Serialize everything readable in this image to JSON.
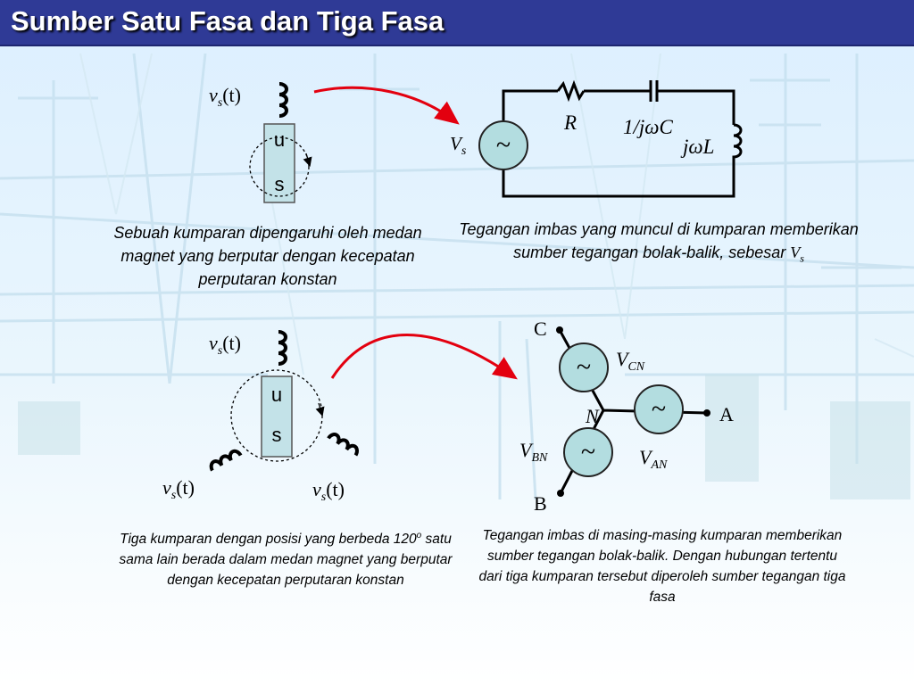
{
  "title": "Sumber Satu Fasa dan Tiga Fasa",
  "single_phase": {
    "coil_label": {
      "v": "v",
      "sub": "s",
      "arg": "(t)"
    },
    "rotor_top": "u",
    "rotor_bottom": "s",
    "caption": "Sebuah kumparan dipengaruhi oleh medan magnet yang berputar dengan kecepatan perputaran konstan"
  },
  "circuit": {
    "source_symbol": "~",
    "source_label": {
      "v": "V",
      "sub": "s"
    },
    "resistor": "R",
    "capacitor": "1/jωC",
    "inductor": "jωL",
    "caption_main": "Tegangan imbas yang muncul di kumparan memberikan sumber tegangan bolak-balik, sebesar ",
    "caption_var": {
      "v": "V",
      "sub": "s"
    }
  },
  "three_phase": {
    "coil_labels": [
      {
        "v": "v",
        "sub": "s",
        "arg": "(t)"
      },
      {
        "v": "v",
        "sub": "s",
        "arg": "(t)"
      },
      {
        "v": "v",
        "sub": "s",
        "arg": "(t)"
      }
    ],
    "rotor_top": "u",
    "rotor_bottom": "s",
    "caption_a": "Tiga kumparan dengan posisi yang berbeda 120",
    "caption_deg": "o",
    "caption_b": " satu sama lain berada dalam medan magnet yang berputar dengan kecepatan perputaran konstan"
  },
  "wye": {
    "source_symbol": "~",
    "node_c": "C",
    "node_a": "A",
    "node_b": "B",
    "neutral": "N",
    "vcn": {
      "v": "V",
      "sub": "CN"
    },
    "van": {
      "v": "V",
      "sub": "AN"
    },
    "vbn": {
      "v": "V",
      "sub": "BN"
    },
    "caption": "Tegangan imbas di masing-masing kumparan memberikan sumber tegangan bolak-balik. Dengan hubungan tertentu dari tiga kumparan tersebut diperoleh sumber tegangan tiga fasa"
  },
  "colors": {
    "title_bg": "#2f3a96",
    "arrow": "#e3000f",
    "source_fill": "#b3dde0",
    "rotor_fill": "#c3e2e8"
  }
}
